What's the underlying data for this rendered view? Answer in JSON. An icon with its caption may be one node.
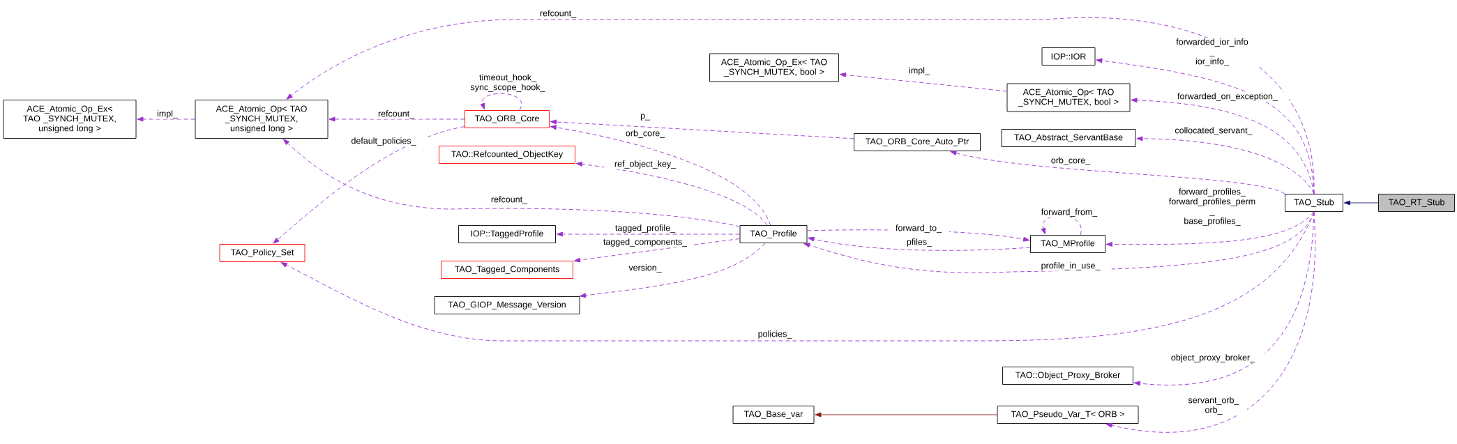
{
  "diagram": {
    "nodes": [
      {
        "text": [
          "ACE_Atomic_Op_Ex< TAO _SYNCH_MUTEX, unsigned long >"
        ]
      },
      {
        "text": [
          "ACE_Atomic_Op< TAO _SYNCH_MUTEX, unsigned long >"
        ]
      },
      {
        "text": [
          "TAO_ORB_Core"
        ]
      },
      {
        "text": [
          "ACE_Atomic_Op_Ex< TAO _SYNCH_MUTEX, bool >"
        ]
      },
      {
        "text": [
          "IOP::IOR"
        ]
      },
      {
        "text": [
          "ACE_Atomic_Op< TAO _SYNCH_MUTEX, bool >"
        ]
      },
      {
        "text": [
          "TAO_Abstract_ServantBase"
        ]
      },
      {
        "text": [
          "TAO_ORB_Core_Auto_Ptr"
        ]
      },
      {
        "text": [
          "TAO::Refcounted_ObjectKey"
        ]
      },
      {
        "text": [
          "TAO_Stub"
        ]
      },
      {
        "text": [
          "TAO_RT_Stub"
        ]
      },
      {
        "text": [
          "TAO_Policy_Set"
        ]
      },
      {
        "text": [
          "IOP::TaggedProfile"
        ]
      },
      {
        "text": [
          "TAO_Profile"
        ]
      },
      {
        "text": [
          "TAO_MProfile"
        ]
      },
      {
        "text": [
          "TAO_Tagged_Components"
        ]
      },
      {
        "text": [
          "TAO_GIOP_Message_Version"
        ]
      },
      {
        "text": [
          "TAO::Object_Proxy_Broker"
        ]
      },
      {
        "text": [
          "TAO_Base_var"
        ]
      },
      {
        "text": [
          "TAO_Pseudo_Var_T< ORB >"
        ]
      }
    ],
    "edges": [
      {
        "from": 1,
        "to": 0,
        "arrow": "to",
        "label": "impl_",
        "style": "dashed"
      },
      {
        "from": 2,
        "to": 1,
        "arrow": "to",
        "label": "refcount_",
        "style": "dashed"
      },
      {
        "from": 9,
        "to": 1,
        "arrow": "to",
        "label": "refcount_",
        "style": "dashed"
      },
      {
        "from": 2,
        "to": 2,
        "arrow": "to",
        "label": "timeout_hook_ sync_scope_hook_",
        "style": "dashed"
      },
      {
        "from": 2,
        "to": 11,
        "arrow": "to",
        "label": "default_policies_",
        "style": "dashed"
      },
      {
        "from": 7,
        "to": 2,
        "arrow": "to",
        "label": "p_",
        "style": "dashed"
      },
      {
        "from": 13,
        "to": 2,
        "arrow": "to",
        "label": "orb_core_",
        "style": "dashed"
      },
      {
        "from": 13,
        "to": 8,
        "arrow": "to",
        "label": "ref_object_key_",
        "style": "dashed"
      },
      {
        "from": 13,
        "to": 1,
        "arrow": "to",
        "label": "refcount_",
        "style": "dashed"
      },
      {
        "from": 13,
        "to": 12,
        "arrow": "to",
        "label": "tagged_profile_",
        "style": "dashed"
      },
      {
        "from": 13,
        "to": 15,
        "arrow": "to",
        "label": "tagged_components_",
        "style": "dashed"
      },
      {
        "from": 13,
        "to": 16,
        "arrow": "to",
        "label": "version_",
        "style": "dashed"
      },
      {
        "from": 5,
        "to": 3,
        "arrow": "to",
        "label": "impl_",
        "style": "dashed"
      },
      {
        "from": 9,
        "to": 4,
        "arrow": "to",
        "label": "forwarded_ior_info _ ior_info_",
        "style": "dashed"
      },
      {
        "from": 9,
        "to": 5,
        "arrow": "to",
        "label": "forwarded_on_exception_",
        "style": "dashed"
      },
      {
        "from": 9,
        "to": 6,
        "arrow": "to",
        "label": "collocated_servant_",
        "style": "dashed"
      },
      {
        "from": 9,
        "to": 7,
        "arrow": "to",
        "label": "orb_core_",
        "style": "dashed"
      },
      {
        "from": 10,
        "to": 9,
        "arrow": "to",
        "color": "#191970"
      },
      {
        "from": 9,
        "to": 14,
        "arrow": "to",
        "label": "forward_profiles_ forward_profiles_perm _ base_profiles_",
        "style": "dashed"
      },
      {
        "from": 14,
        "to": 14,
        "arrow": "to",
        "label": "forward_from_",
        "style": "dashed"
      },
      {
        "from": 13,
        "to": 14,
        "arrow": "to",
        "label": "forward_to_",
        "style": "dashed"
      },
      {
        "from": 14,
        "to": 13,
        "arrow": "to",
        "label": "pfiles_",
        "style": "dashed"
      },
      {
        "from": 9,
        "to": 13,
        "arrow": "to",
        "label": "profile_in_use_",
        "style": "dashed"
      },
      {
        "from": 9,
        "to": 11,
        "arrow": "to",
        "label": "policies_",
        "style": "dashed"
      },
      {
        "from": 9,
        "to": 17,
        "arrow": "to",
        "label": "object_proxy_broker_",
        "style": "dashed"
      },
      {
        "from": 9,
        "to": 19,
        "arrow": "to",
        "label": "servant_orb_ orb_",
        "style": "dashed"
      },
      {
        "from": 19,
        "to": 18,
        "arrow": "to",
        "color": "#8b1a1a"
      }
    ]
  }
}
